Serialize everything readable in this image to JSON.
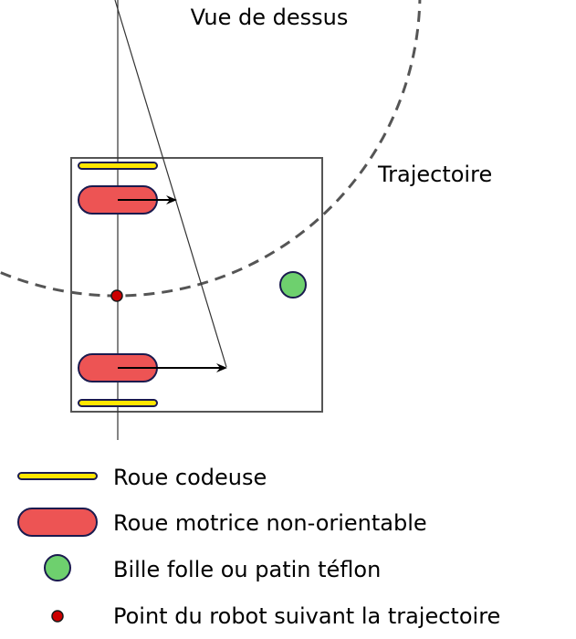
{
  "title": "Vue de dessus",
  "trajectory_label": "Trajectoire",
  "colors": {
    "encoder_wheel": "#ffe600",
    "drive_wheel": "#ed5454",
    "caster": "#6ed06e",
    "tracking_point": "#cc0000",
    "outline": "#1a1a4e",
    "trajectory": "#555555",
    "chassis": "#555555"
  },
  "legend": [
    {
      "id": "encoder_wheel",
      "icon": "encoder-wheel-icon",
      "label": "Roue codeuse"
    },
    {
      "id": "drive_wheel",
      "icon": "drive-wheel-icon",
      "label": "Roue motrice non-orientable"
    },
    {
      "id": "caster",
      "icon": "caster-ball-icon",
      "label": "Bille folle ou patin téflon"
    },
    {
      "id": "tracking_point",
      "icon": "tracking-point-icon",
      "label": "Point du robot suivant la trajectoire"
    }
  ]
}
